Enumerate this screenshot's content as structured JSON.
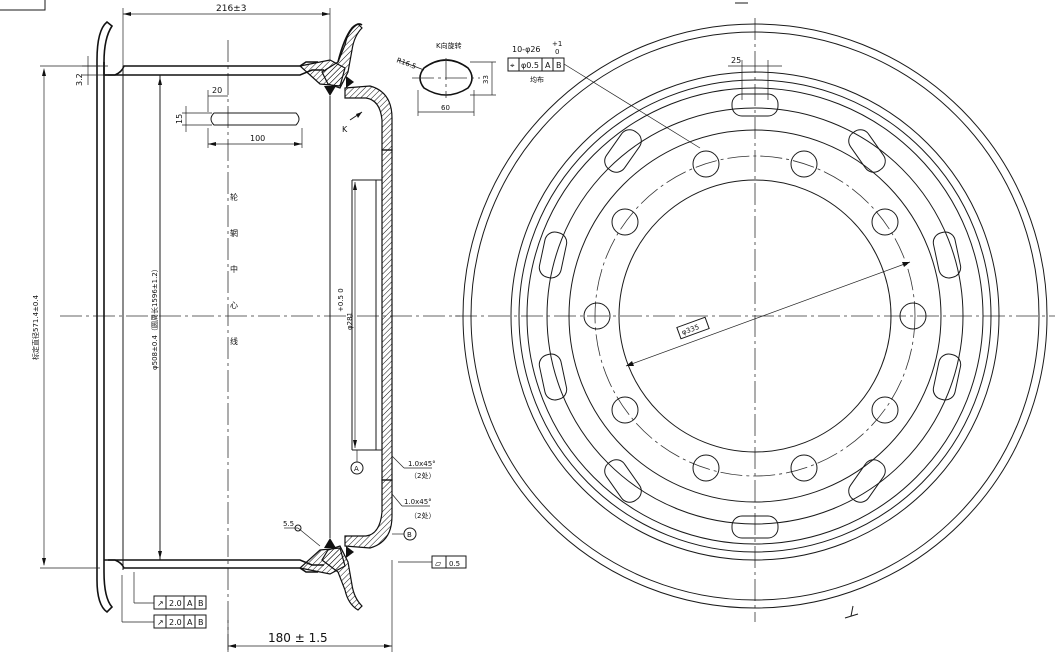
{
  "dimensions": {
    "width_top": "216±3",
    "flange_thk": "3.2",
    "slot_offset": "20",
    "slot_width": "15",
    "slot_length": "100",
    "bead_dia": "φ508±0.4（圆周长1596±1.2）",
    "flange_dia": "标定直径571.4±0.4",
    "bore_dia": "φ281",
    "bore_tol": "+0.5\n0",
    "pcd": "φ335",
    "offset": "180 ± 1.5",
    "lug_width": "25",
    "radius_k": "R16.5",
    "k_w": "60",
    "k_h": "33",
    "chamfer1": "1.0x45°",
    "chamfer1_note": "（2处）",
    "chamfer2": "1.0x45°",
    "chamfer2_note": "（2处）",
    "weld": "5.5",
    "k_label": "K",
    "datum_a": "A",
    "datum_b": "B",
    "flatness_val": "0.5"
  },
  "center_text": [
    "轮",
    "辋",
    "中",
    "心",
    "线"
  ],
  "k_title": "K向旋转",
  "hole_callout": {
    "size": "10-φ26",
    "tol_top": "+1",
    "tol_bot": "0",
    "position_tol": "φ0.5",
    "datum1": "A",
    "datum2": "B",
    "note": "均布"
  },
  "runout_rows": [
    {
      "symbol": "↗",
      "value": "2.0",
      "d1": "A",
      "d2": "B"
    },
    {
      "symbol": "↗",
      "value": "2.0",
      "d1": "A",
      "d2": "B"
    }
  ],
  "flatness_symbol": "▱",
  "section_mark": "A"
}
